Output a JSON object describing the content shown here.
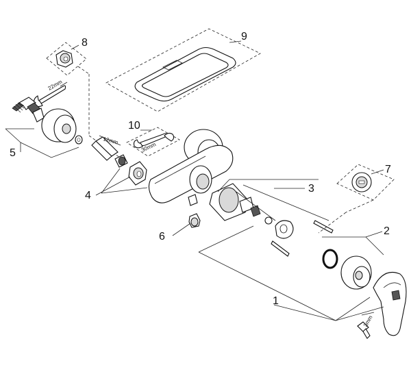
{
  "callouts": {
    "c1": "1",
    "c2": "2",
    "c3": "3",
    "c4": "4",
    "c5": "5",
    "c6": "6",
    "c7": "7",
    "c8": "8",
    "c9": "9",
    "c10": "10"
  },
  "dimensions": {
    "wrench_22": "22mm",
    "hex_12": "12mm",
    "wrench_30": "30mm",
    "hex_3": "3mm"
  }
}
